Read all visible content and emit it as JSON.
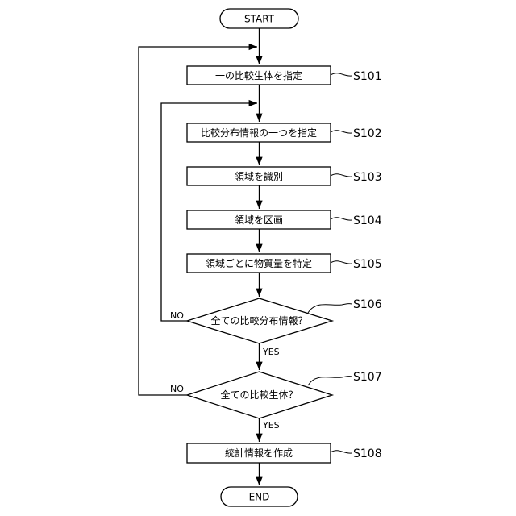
{
  "flowchart": {
    "start": "START",
    "end": "END",
    "steps": [
      {
        "text": "一の比較生体を指定",
        "label": "S101"
      },
      {
        "text": "比較分布情報の一つを指定",
        "label": "S102"
      },
      {
        "text": "領域を識別",
        "label": "S103"
      },
      {
        "text": "領域を区画",
        "label": "S104"
      },
      {
        "text": "領域ごとに物質量を特定",
        "label": "S105"
      },
      {
        "text": "統計情報を作成",
        "label": "S108"
      }
    ],
    "decisions": [
      {
        "text": "全ての比較分布情報？",
        "label": "S106",
        "yes": "YES",
        "no": "NO"
      },
      {
        "text": "全ての比較生体？",
        "label": "S107",
        "yes": "YES",
        "no": "NO"
      }
    ]
  }
}
